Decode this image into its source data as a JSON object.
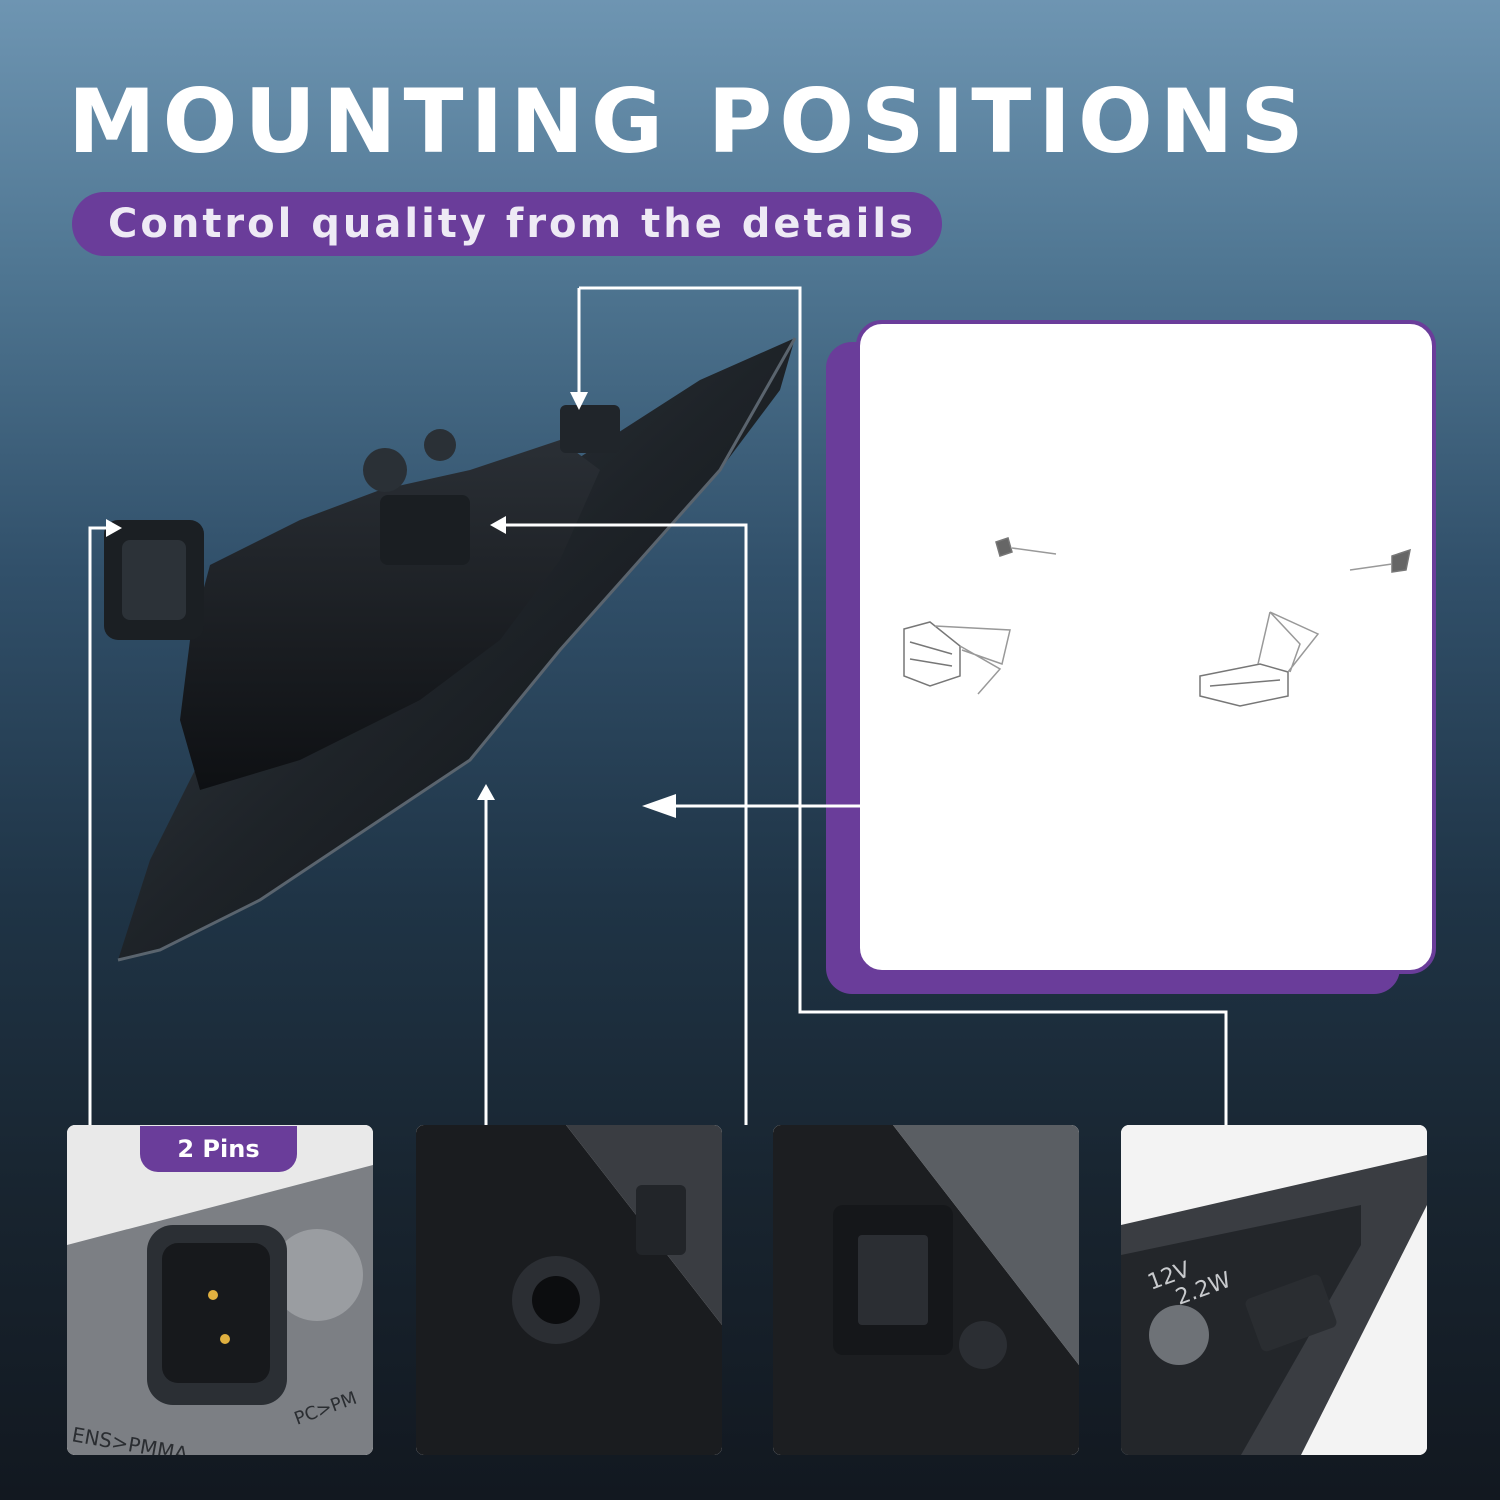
{
  "header": {
    "title": "MOUNTING POSITIONS",
    "subtitle": "Control quality from the details"
  },
  "thumbnails": [
    {
      "name": "connector-closeup",
      "badge": "2 Pins",
      "texts": [
        "ENS>PMMA",
        "PC>PM"
      ]
    },
    {
      "name": "screw-hole-closeup"
    },
    {
      "name": "clip-closeup"
    },
    {
      "name": "bulb-socket-closeup",
      "texts": [
        "12V",
        "2.2W"
      ]
    }
  ],
  "colors": {
    "accent": "#6a3d9a",
    "line": "#ffffff"
  }
}
